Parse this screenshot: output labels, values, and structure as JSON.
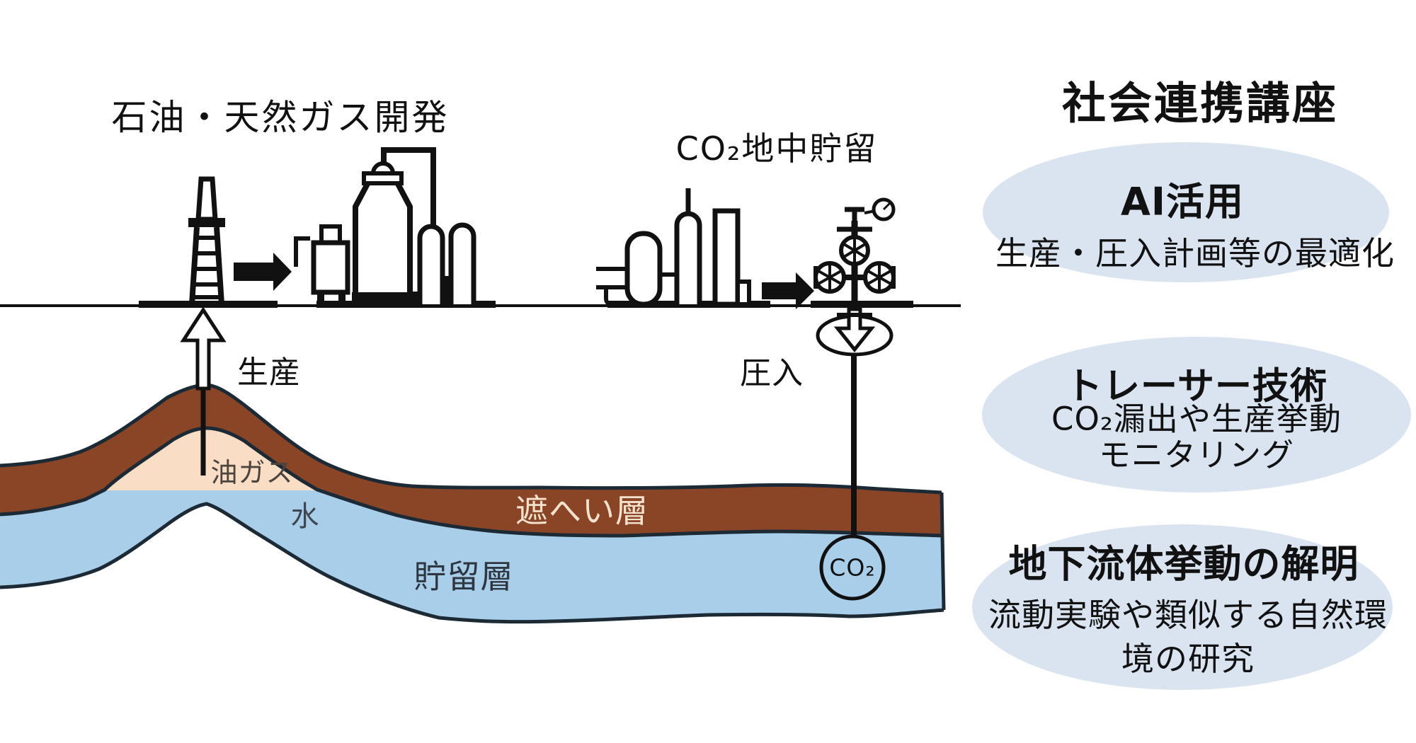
{
  "figure": {
    "left_title": "石油・天然ガス開発",
    "right_title": "CO₂地中貯留",
    "labels": {
      "production": "生産",
      "injection": "圧入",
      "oil_gas": "油ガス",
      "water": "水",
      "seal_layer": "遮へい層",
      "reservoir_layer": "貯留層",
      "co2_bubble": "CO₂"
    }
  },
  "panel": {
    "title": "社会連携講座",
    "items": [
      {
        "title": "AI活用",
        "lines": [
          "生産・圧入計画等の最適化"
        ]
      },
      {
        "title": "トレーサー技術",
        "lines": [
          "CO₂漏出や生産挙動",
          "モニタリング"
        ]
      },
      {
        "title": "地下流体挙動の解明",
        "lines": [
          "流動実験や類似する自然環",
          "境の研究"
        ]
      }
    ]
  },
  "icons": {
    "derrick": "oil-derrick-icon",
    "refinery": "refinery-plant-icon",
    "co2_plant": "co2-capture-plant-icon",
    "wellhead": "wellhead-christmas-tree-icon",
    "flow_arrows": "right-arrow-icon",
    "production_arrow": "up-arrow-icon",
    "injection_arrow": "down-arrow-icon"
  },
  "colors": {
    "seal_brown": "#8a4527",
    "oil_gas_peach": "#f9ddc5",
    "reservoir_blue": "#a9cee9",
    "panel_ellipse_blue": "#dae4f1",
    "outline_dark": "#1c2a36",
    "ink_black": "#111111"
  }
}
